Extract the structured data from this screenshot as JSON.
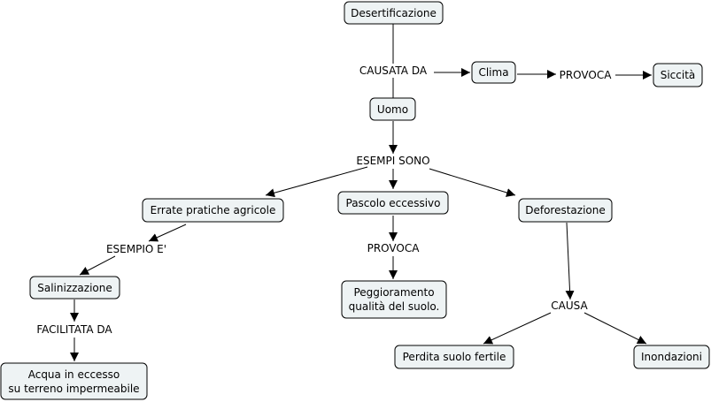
{
  "concepts": {
    "desertificazione": "Desertificazione",
    "clima": "Clima",
    "siccita": "Siccità",
    "uomo": "Uomo",
    "errate_pratiche": "Errate pratiche agricole",
    "pascolo": "Pascolo eccessivo",
    "deforestazione": "Deforestazione",
    "salinizzazione": "Salinizzazione",
    "peggioramento": [
      "Peggioramento",
      "qualità del suolo."
    ],
    "acqua": [
      "Acqua in eccesso",
      "su terreno impermeabile"
    ],
    "perdita": "Perdita suolo fertile",
    "inondazioni": "Inondazioni"
  },
  "links": {
    "causata_da": "CAUSATA DA",
    "provoca_clima": "PROVOCA",
    "esempi_sono": "ESEMPI SONO",
    "esempio_e": "ESEMPIO E'",
    "provoca_pascolo": "PROVOCA",
    "facilitata_da": "FACILITATA DA",
    "causa": "CAUSA"
  }
}
